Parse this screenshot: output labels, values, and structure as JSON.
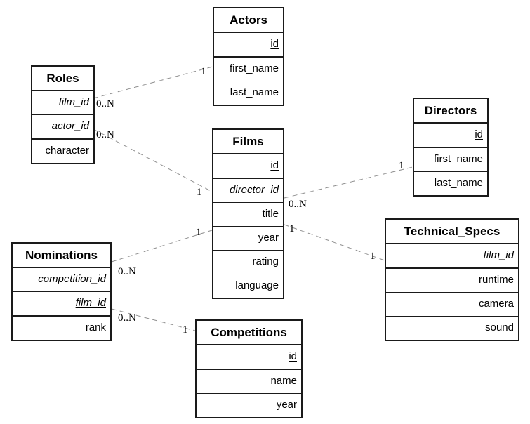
{
  "entities": {
    "actors": {
      "name": "Actors",
      "fields": [
        {
          "label": "id",
          "underline": true,
          "italic": false
        },
        {
          "label": "first_name",
          "underline": false,
          "italic": false
        },
        {
          "label": "last_name",
          "underline": false,
          "italic": false
        }
      ]
    },
    "roles": {
      "name": "Roles",
      "fields": [
        {
          "label": "film_id",
          "underline": true,
          "italic": true
        },
        {
          "label": "actor_id",
          "underline": true,
          "italic": true
        },
        {
          "label": "character",
          "underline": false,
          "italic": false
        }
      ]
    },
    "films": {
      "name": "Films",
      "fields": [
        {
          "label": "id",
          "underline": true,
          "italic": false
        },
        {
          "label": "director_id",
          "underline": false,
          "italic": true
        },
        {
          "label": "title",
          "underline": false,
          "italic": false
        },
        {
          "label": "year",
          "underline": false,
          "italic": false
        },
        {
          "label": "rating",
          "underline": false,
          "italic": false
        },
        {
          "label": "language",
          "underline": false,
          "italic": false
        }
      ]
    },
    "directors": {
      "name": "Directors",
      "fields": [
        {
          "label": "id",
          "underline": true,
          "italic": false
        },
        {
          "label": "first_name",
          "underline": false,
          "italic": false
        },
        {
          "label": "last_name",
          "underline": false,
          "italic": false
        }
      ]
    },
    "technical_specs": {
      "name": "Technical_Specs",
      "fields": [
        {
          "label": "film_id",
          "underline": true,
          "italic": true
        },
        {
          "label": "runtime",
          "underline": false,
          "italic": false
        },
        {
          "label": "camera",
          "underline": false,
          "italic": false
        },
        {
          "label": "sound",
          "underline": false,
          "italic": false
        }
      ]
    },
    "nominations": {
      "name": "Nominations",
      "fields": [
        {
          "label": "competition_id",
          "underline": true,
          "italic": true
        },
        {
          "label": "film_id",
          "underline": true,
          "italic": true
        },
        {
          "label": "rank",
          "underline": false,
          "italic": false
        }
      ]
    },
    "competitions": {
      "name": "Competitions",
      "fields": [
        {
          "label": "id",
          "underline": true,
          "italic": false
        },
        {
          "label": "name",
          "underline": false,
          "italic": false
        },
        {
          "label": "year",
          "underline": false,
          "italic": false
        }
      ]
    }
  },
  "relationships": [
    {
      "from": "Roles",
      "to": "Actors",
      "from_card": "0..N",
      "to_card": "1"
    },
    {
      "from": "Roles",
      "to": "Films",
      "from_card": "0..N",
      "to_card": "1"
    },
    {
      "from": "Films",
      "to": "Directors",
      "from_card": "0..N",
      "to_card": "1"
    },
    {
      "from": "Films",
      "to": "Technical_Specs",
      "from_card": "1",
      "to_card": "1"
    },
    {
      "from": "Nominations",
      "to": "Films",
      "from_card": "0..N",
      "to_card": "1"
    },
    {
      "from": "Nominations",
      "to": "Competitions",
      "from_card": "0..N",
      "to_card": "1"
    }
  ],
  "colors": {
    "relationship_line": "#909090",
    "entity_border": "#1a1a1a",
    "entity_background": "#ffffff",
    "text": "#000000",
    "page_background": "#ffffff"
  }
}
